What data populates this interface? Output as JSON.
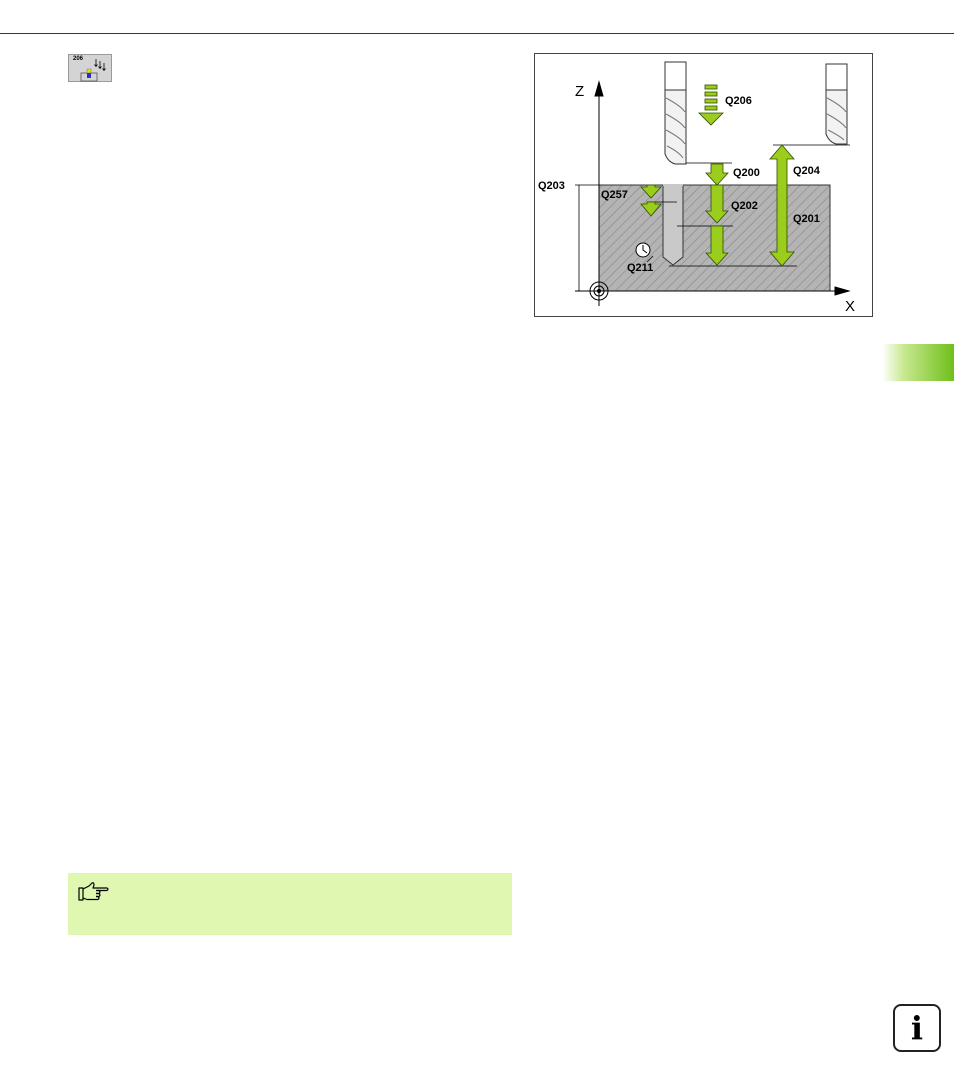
{
  "cycle_softkey": {
    "number": "206",
    "icon": "tapping-cycle-icon"
  },
  "figure": {
    "axes": {
      "z": "Z",
      "x": "X"
    },
    "labels": {
      "q206": "Q206",
      "q200": "Q200",
      "q204": "Q204",
      "q203": "Q203",
      "q257": "Q257",
      "q202": "Q202",
      "q201": "Q201",
      "q211": "Q211"
    },
    "colors": {
      "arrow": "#9acd1c",
      "arrow_edge": "#2f4d00",
      "workpiece": "#b4b4b4"
    }
  },
  "chapter_tab": {
    "color": "#6fbf1a"
  },
  "note": {
    "icon": "pointing-hand-icon",
    "background": "#dff7b0"
  },
  "info_icon": {
    "glyph": "i"
  }
}
